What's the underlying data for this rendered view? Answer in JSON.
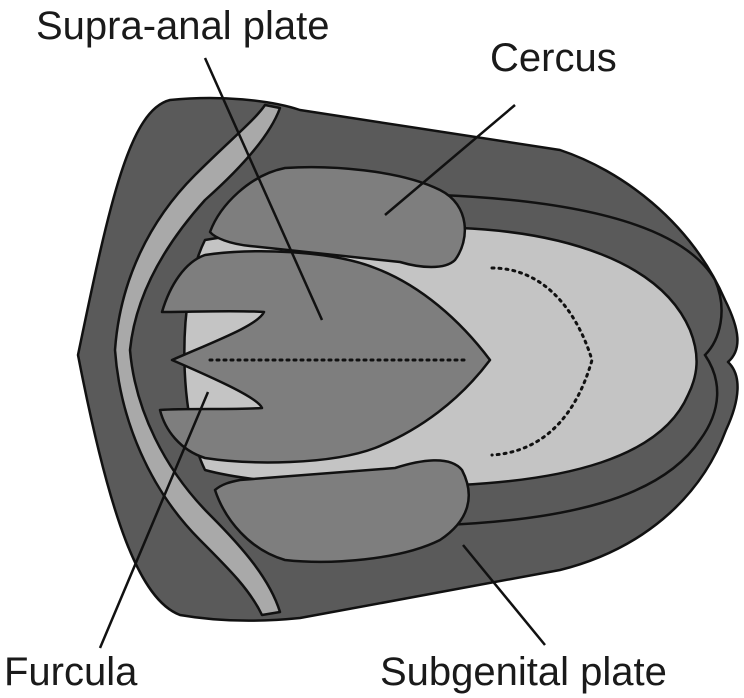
{
  "labels": {
    "supra_anal_plate": "Supra-anal plate",
    "cercus": "Cercus",
    "furcula": "Furcula",
    "subgenital_plate": "Subgenital plate"
  },
  "colors": {
    "dark_gray": "#5a5a5a",
    "mid_gray": "#7e7e7e",
    "light_gray": "#a9a9a9",
    "pale_gray": "#c4c4c4",
    "outline": "#111111"
  }
}
